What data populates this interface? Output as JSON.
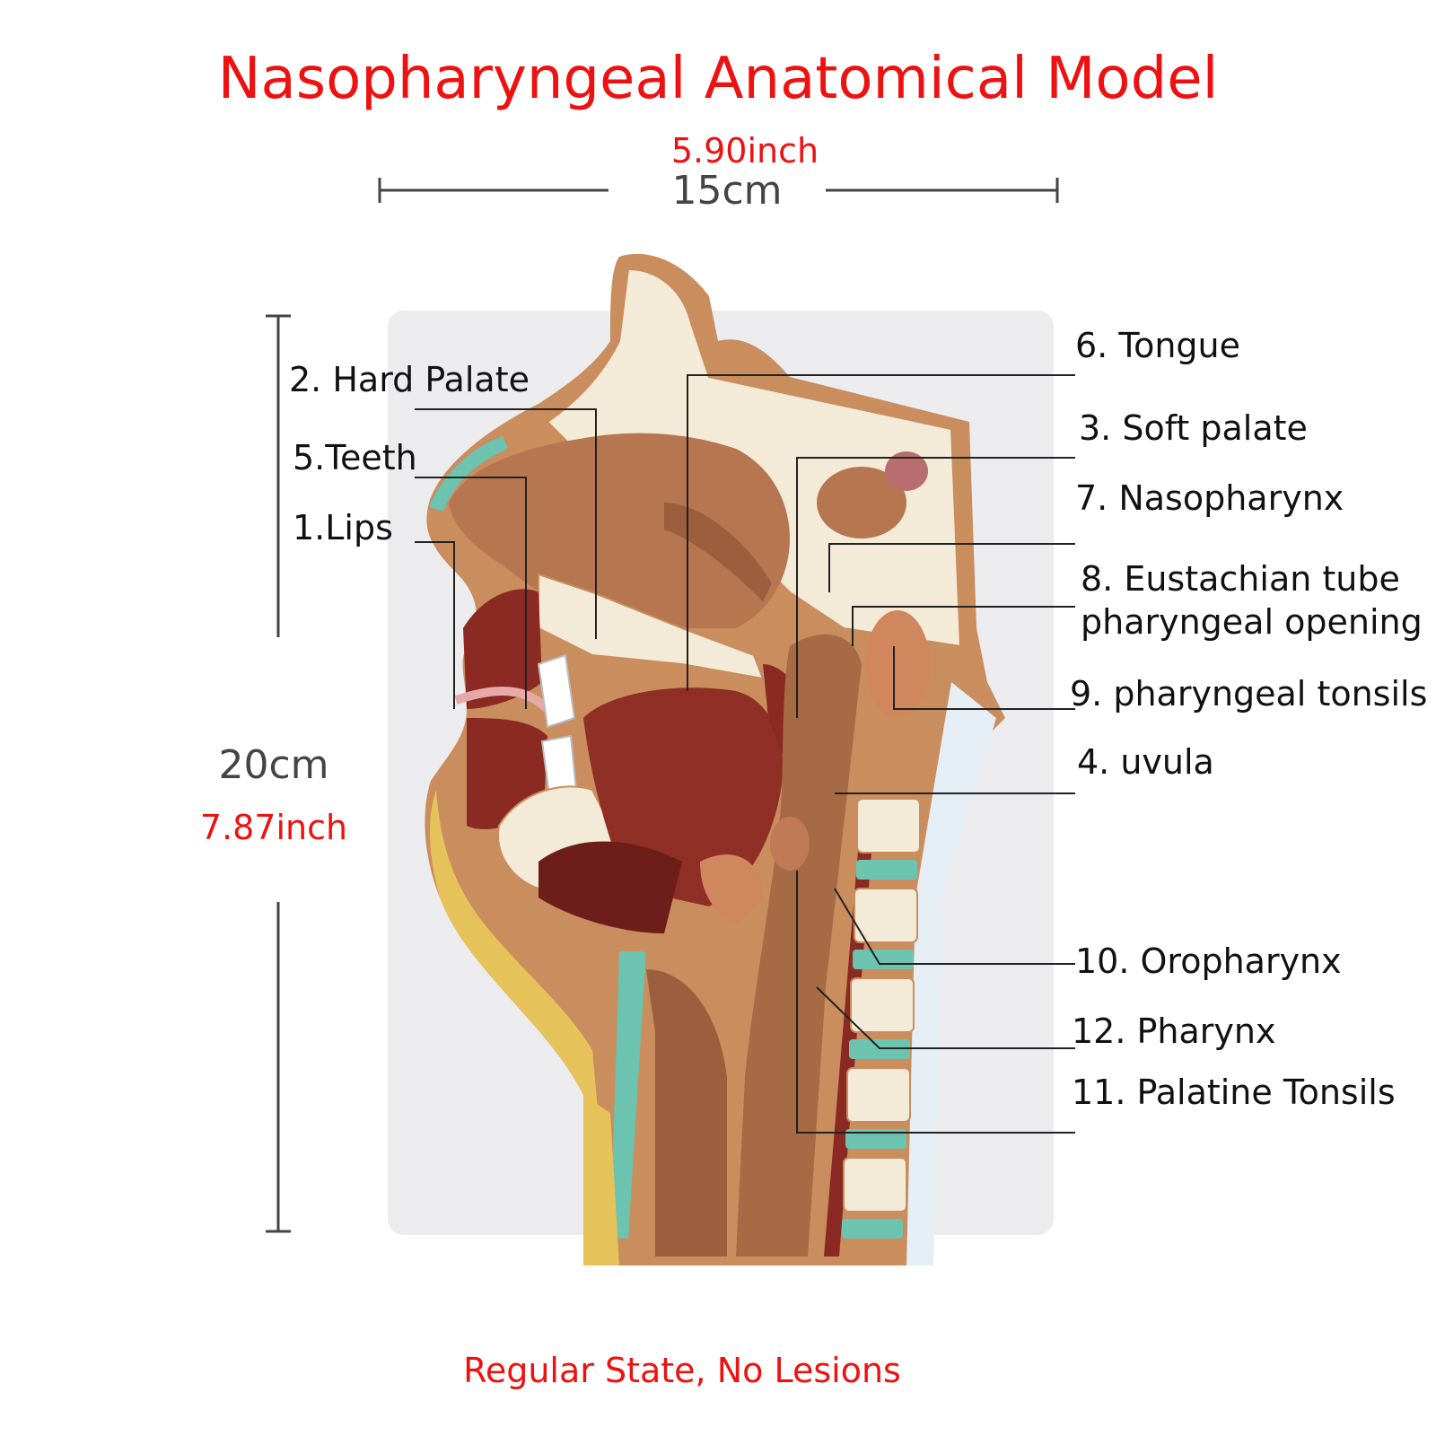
{
  "title": "Nasopharyngeal Anatomical Model",
  "dimensions": {
    "width_inch": "5.90inch",
    "width_cm": "15cm",
    "height_cm": "20cm",
    "height_inch": "7.87inch"
  },
  "labels": {
    "hard_palate": "2. Hard Palate",
    "teeth": "5.Teeth",
    "lips": "1.Lips",
    "tongue": "6. Tongue",
    "soft_palate": "3. Soft palate",
    "nasopharynx": "7. Nasopharynx",
    "eustachian_line1": "8. Eustachian tube",
    "eustachian_line2": "pharyngeal opening",
    "pharyngeal_tonsils": "9. pharyngeal tonsils",
    "uvula": "4. uvula",
    "oropharynx": "10. Oropharynx",
    "pharynx": "12. Pharynx",
    "palatine_tonsils": "11. Palatine Tonsils"
  },
  "footer": "Regular State, No Lesions",
  "colors": {
    "title_red": "#ee1111",
    "flesh": "#b87a52",
    "bone": "#f3ead8",
    "muscle": "#8a2a22",
    "cartilage": "#6cc3b0",
    "fat": "#e5c25a"
  }
}
